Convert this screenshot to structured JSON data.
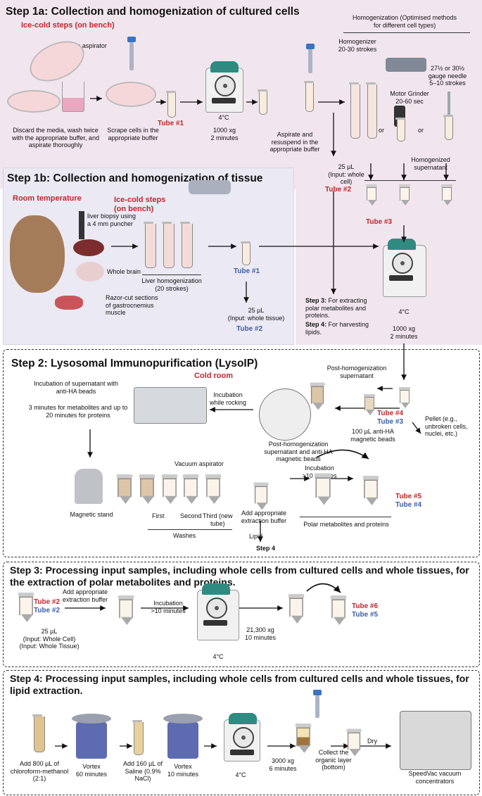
{
  "step1a": {
    "title": "Step 1a: Collection and homogenization of cultured cells",
    "subtitle": "Ice-cold steps (on bench)",
    "vacuum_label": "Vacuum aspirator",
    "discard_label": "Discard the media, wash twice with the appropriate buffer, and aspirate thoroughly",
    "scrape_label": "Scrape cells in the appropriate buffer",
    "tube1": "Tube #1",
    "centrifuge_temp": "4°C",
    "spin": "1000 xg\n2 minutes",
    "aspirate_label": "Aspirate and resuspend in the appropriate buffer",
    "input_volume": "25 µL\n(Input: whole cell)",
    "tube2": "Tube #2",
    "homogenization_title": "Homogenization (Optimised methods for different cell types)",
    "homogenizer": "Homogenizer\n20-30 strokes",
    "needle": "27½ or 30½\ngauge needle\n5–10 strokes",
    "motor": "Motor Grinder\n20-60 sec",
    "or": "or",
    "homog_supernatant": "Homogenized\nsupernatant",
    "tube3": "Tube #3"
  },
  "step1b": {
    "title": "Step 1b: Collection and homogenization of tissue",
    "room_temp": "Room temperature",
    "ice_cold": "Ice-cold steps\n(on bench)",
    "liver": "liver biopsy using a 4 mm puncher",
    "brain": "Whole brain",
    "muscle": "Razor-cut sections of gastrocnemius muscle",
    "liver_homog": "Liver homogenization\n(20 strokes)",
    "tube1": "Tube #1",
    "input_volume": "25 µL\n(Input: whole tissue)",
    "tube2": "Tube #2"
  },
  "steps_note": {
    "step3_bold": "Step 3:",
    "step3_text": " For extracting polar metabolites and proteins.",
    "step4_bold": "Step 4:",
    "step4_text": " For harvesting lipids."
  },
  "centrifuge2": {
    "temp": "4°C",
    "spin": "1000 xg\n2 minutes"
  },
  "step2": {
    "title": "Step 2: Lysosomal Immunopurification (LysoIP)",
    "cold_room": "Cold room",
    "incubation_text": "Incubation of supernatant with anti-HA beads",
    "incubation_time": "3 minutes for metabolites and up to 20 minutes for proteins",
    "rocking": "Incubation\nwhile rocking",
    "post_homog": "Post-homogenization\nsupernatant",
    "tube4_red": "Tube #4",
    "tube3_blue": "Tube #3",
    "pellet": "Pellet (e.g., unbroken cells, nuclei, etc.)",
    "beads": "100 µL anti-HA\nmagnetic beads",
    "post_homog_beads": "Post-homogenization supernatant and anti-HA magnetic beads",
    "vacuum_label": "Vacuum aspirator",
    "magnetic_stand": "Magnetic stand",
    "first": "First",
    "second": "Second",
    "third": "Third (new\ntube)",
    "washes": "Washes",
    "add_buffer": "Add appropriate extraction buffer",
    "incubation10": "Incubation\n>10 minutes",
    "lipid": "Lipid",
    "step4": "Step 4",
    "polar": "Polar metabolites and proteins",
    "tube5_red": "Tube #5",
    "tube4_blue": "Tube #4"
  },
  "step3": {
    "title": "Step 3: Processing input samples, including whole cells from cultured cells and whole tissues, for the extraction of polar metabolites and proteins.",
    "tube2_red": "Tube #2",
    "tube2_blue": "Tube #2",
    "input_volume": "25 µL\n(Input: Whole Cell)\n(Input: Whole Tissue)",
    "add_buffer": "Add appropriate\nextraction buffer",
    "incubation": "Incubation\n>10 minutes",
    "temp": "4°C",
    "spin": "21,300 xg\n10 minutes",
    "tube6_red": "Tube #6",
    "tube5_blue": "Tube #5"
  },
  "step4": {
    "title": "Step 4: Processing input samples, including whole cells from cultured cells and whole tissues, for lipid extraction.",
    "add800": "Add 800 µL of chloroform-methanol (2:1)",
    "vortex60": "Vortex\n60 minutes",
    "add160": "Add 160 µL of Saline (0.9% NaCl)",
    "vortex10": "Vortex\n10 minutes",
    "temp": "4°C",
    "spin": "3000 xg\n6 minutes",
    "collect": "Collect the organic layer (bottom)",
    "dry": "Dry",
    "speedvac": "SpeedVac vacuum concentrators"
  }
}
